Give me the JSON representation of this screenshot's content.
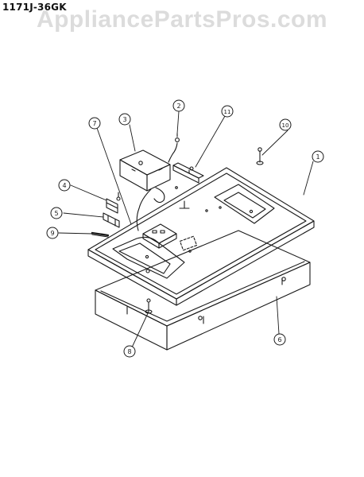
{
  "header": {
    "model_code": "1171J-36GK",
    "watermark": "AppliancePartsPros.com"
  },
  "colors": {
    "ink": "#1a1a1a",
    "watermark": "#dcdcdc",
    "background": "#ffffff"
  },
  "callouts": [
    {
      "id": "callout-1",
      "label": "1"
    },
    {
      "id": "callout-2",
      "label": "2"
    },
    {
      "id": "callout-3",
      "label": "3"
    },
    {
      "id": "callout-4",
      "label": "4"
    },
    {
      "id": "callout-5",
      "label": "5"
    },
    {
      "id": "callout-6",
      "label": "6"
    },
    {
      "id": "callout-7",
      "label": "7"
    },
    {
      "id": "callout-8",
      "label": "8"
    },
    {
      "id": "callout-9",
      "label": "9"
    },
    {
      "id": "callout-10",
      "label": "10"
    },
    {
      "id": "callout-11",
      "label": "11"
    }
  ]
}
